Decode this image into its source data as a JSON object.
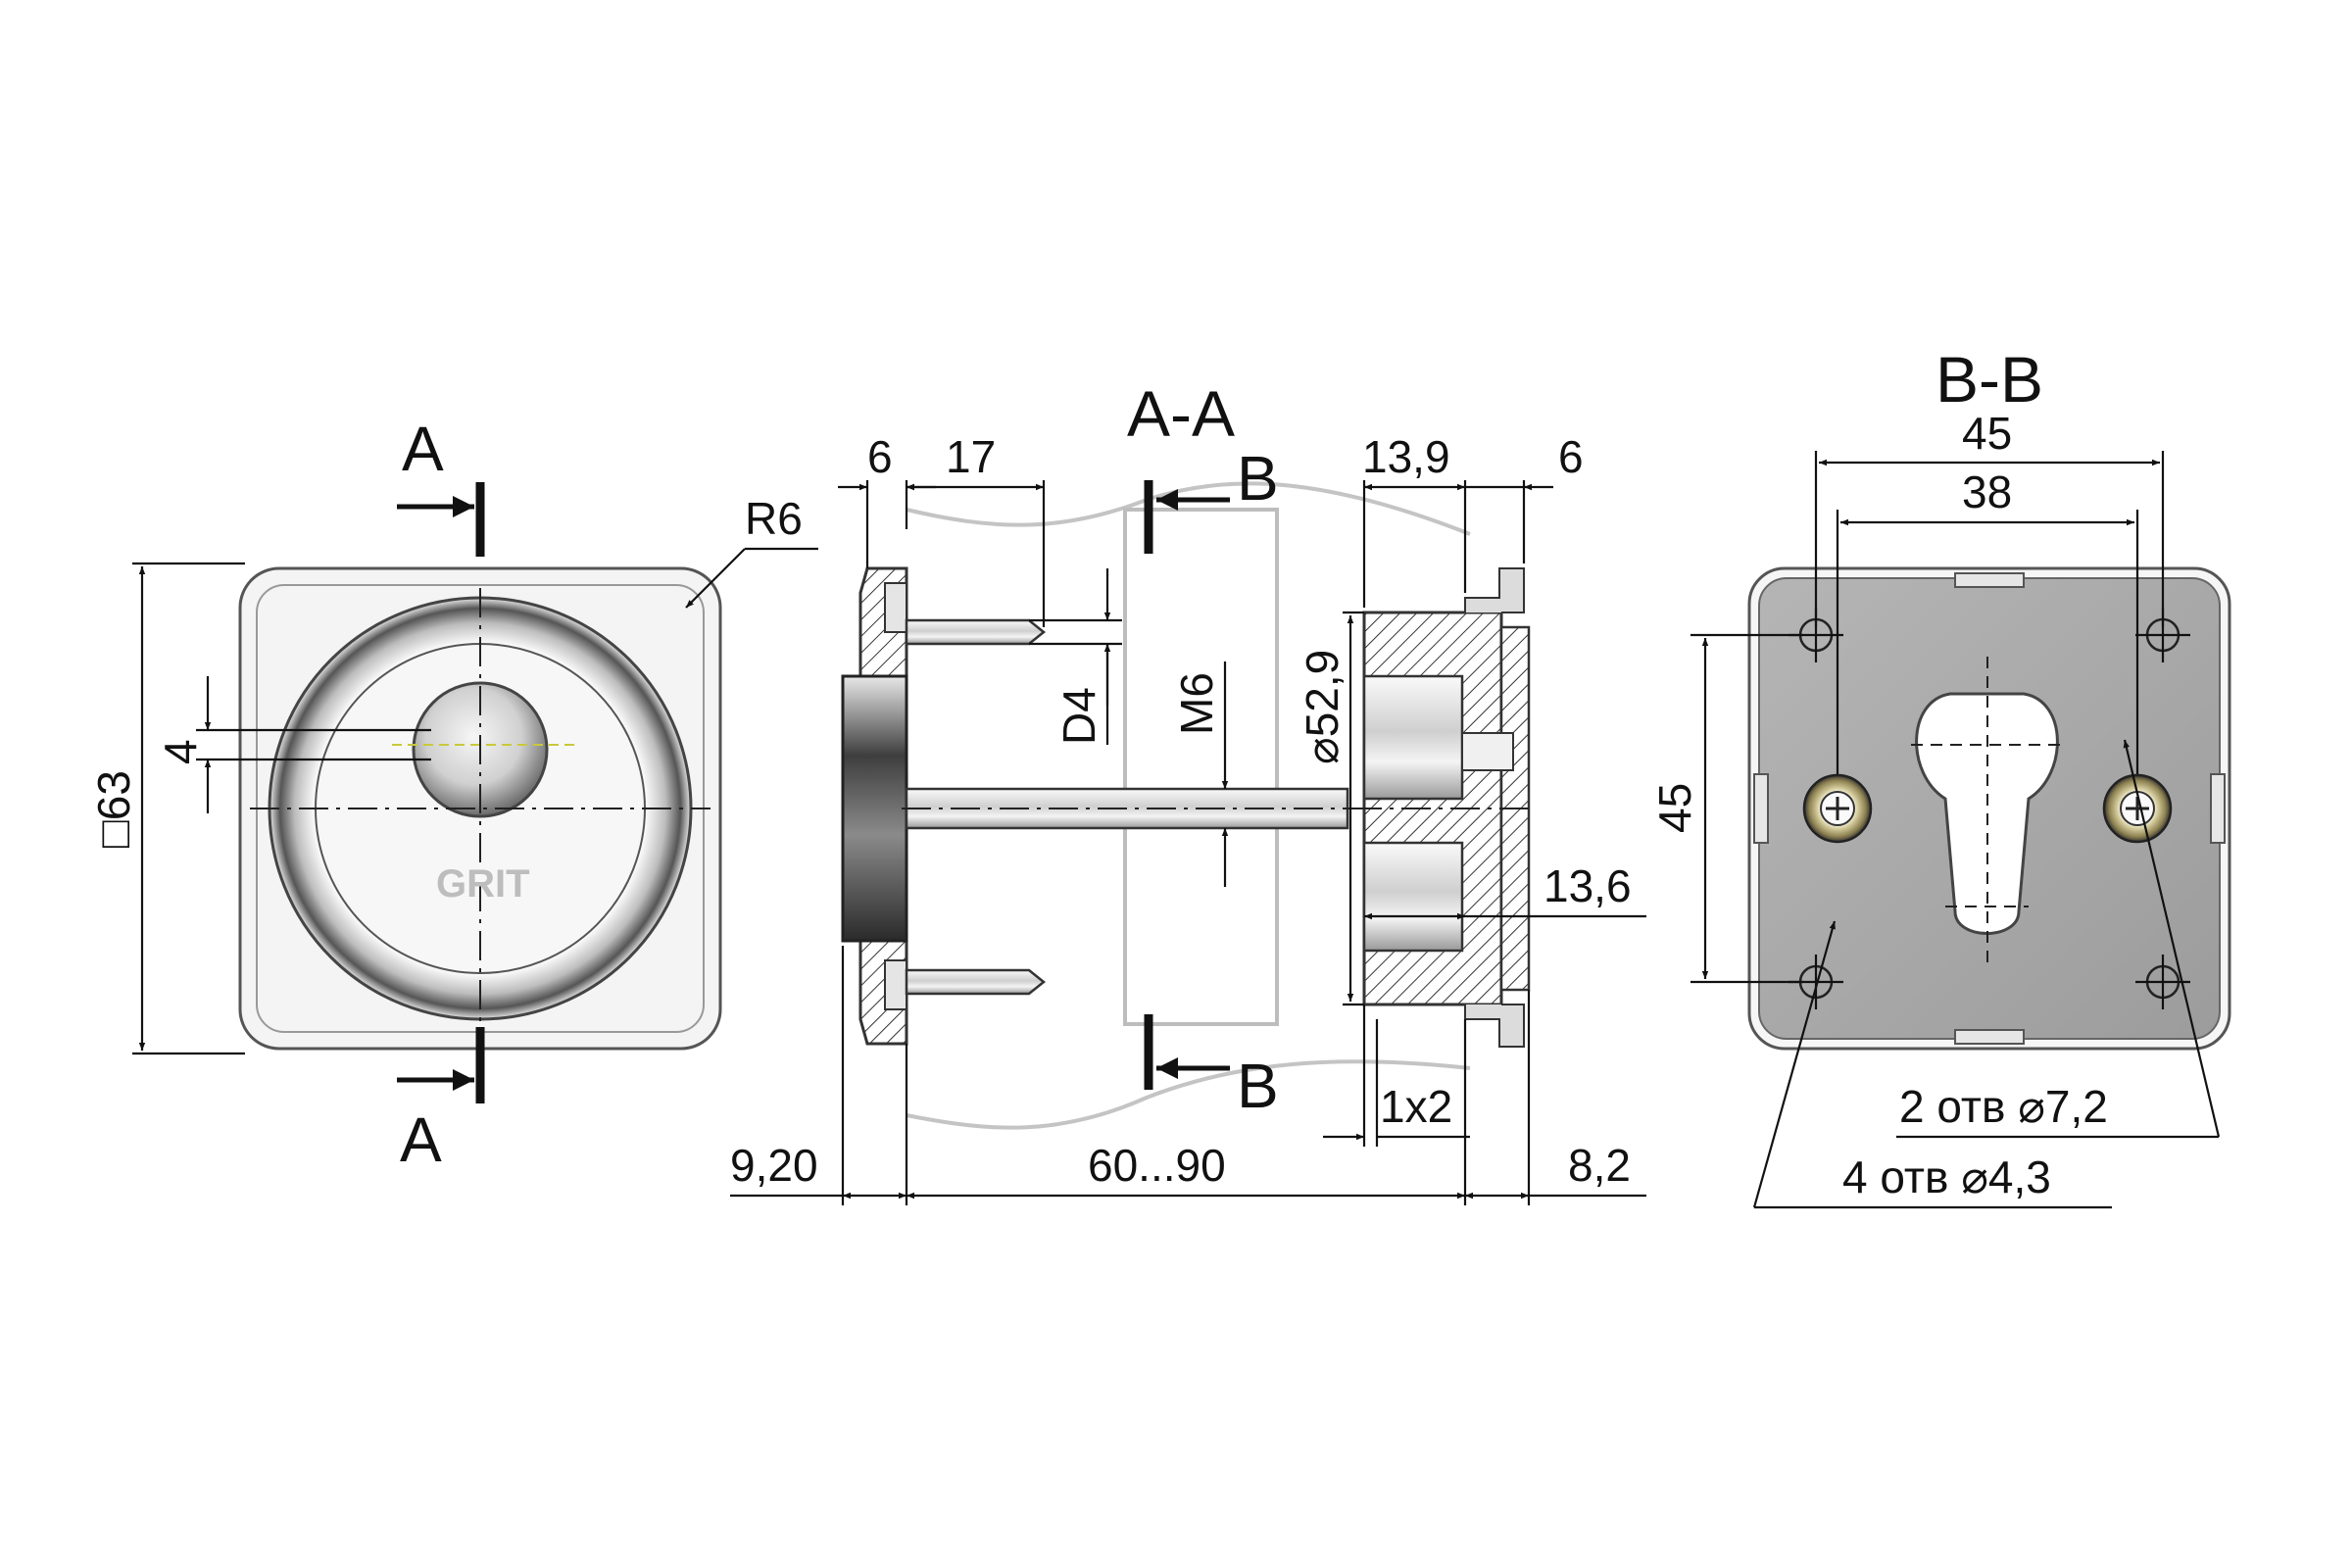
{
  "section_labels": {
    "front_top": "A",
    "front_bottom": "A",
    "side_title": "A-A",
    "side_top": "B",
    "side_bottom": "B",
    "right_title": "B-B"
  },
  "front_view": {
    "radius": "R6",
    "size": "□63",
    "offset": "4",
    "logo": "GRIT"
  },
  "side_view": {
    "dim_6_left": "6",
    "dim_17": "17",
    "dim_13_9": "13,9",
    "dim_6_right": "6",
    "dim_d4": "D4",
    "dim_m6": "M6",
    "dim_dia": "⌀52,9",
    "dim_13_6": "13,6",
    "dim_1x2": "1x2",
    "dim_9_20": "9,20",
    "dim_60_90": "60...90",
    "dim_8_2": "8,2"
  },
  "right_view": {
    "dim_45_top": "45",
    "dim_38": "38",
    "dim_45_side": "45",
    "holes_large": "2 отв  ⌀7,2",
    "holes_small": "4 отв  ⌀4,3"
  },
  "colors": {
    "plate": "#a8a8a8",
    "metal_light": "#f2f2f2",
    "metal_dark": "#3a3a3a"
  }
}
